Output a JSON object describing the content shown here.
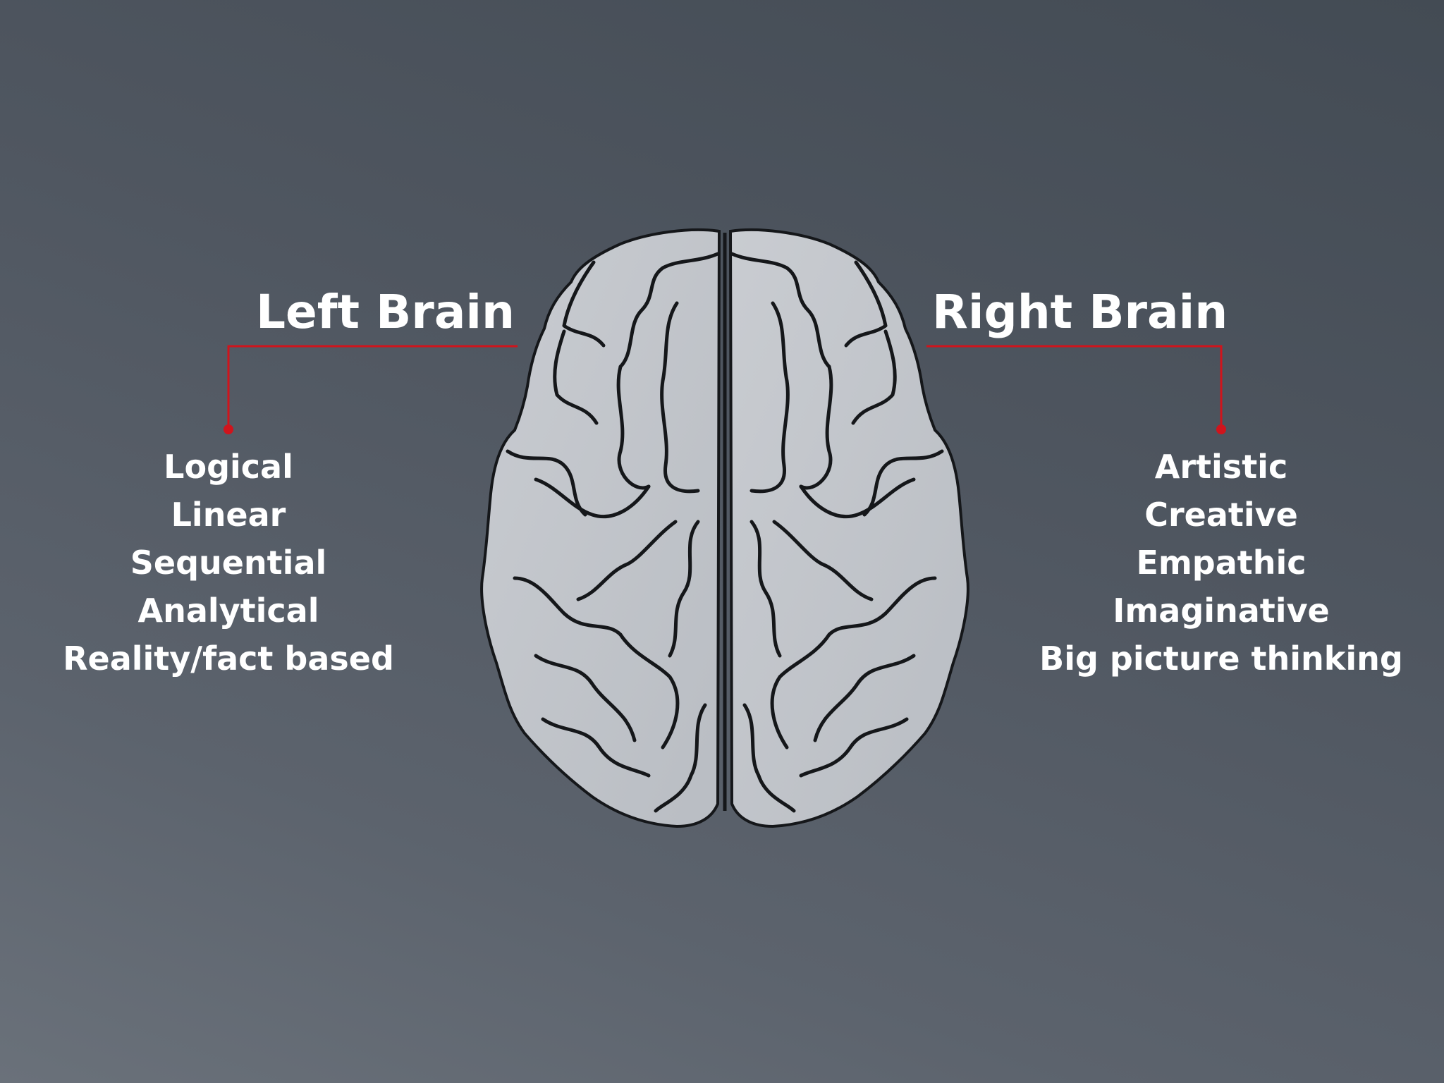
{
  "left": {
    "title": "Left Brain",
    "traits": [
      "Logical",
      "Linear",
      "Sequential",
      "Analytical",
      "Reality/fact based"
    ]
  },
  "right": {
    "title": "Right Brain",
    "traits": [
      "Artistic",
      "Creative",
      "Empathic",
      "Imaginative",
      "Big picture thinking"
    ]
  },
  "colors": {
    "connector": "#d0141c",
    "brain_fill": "#c4c8ce",
    "brain_stroke": "#15171a"
  }
}
